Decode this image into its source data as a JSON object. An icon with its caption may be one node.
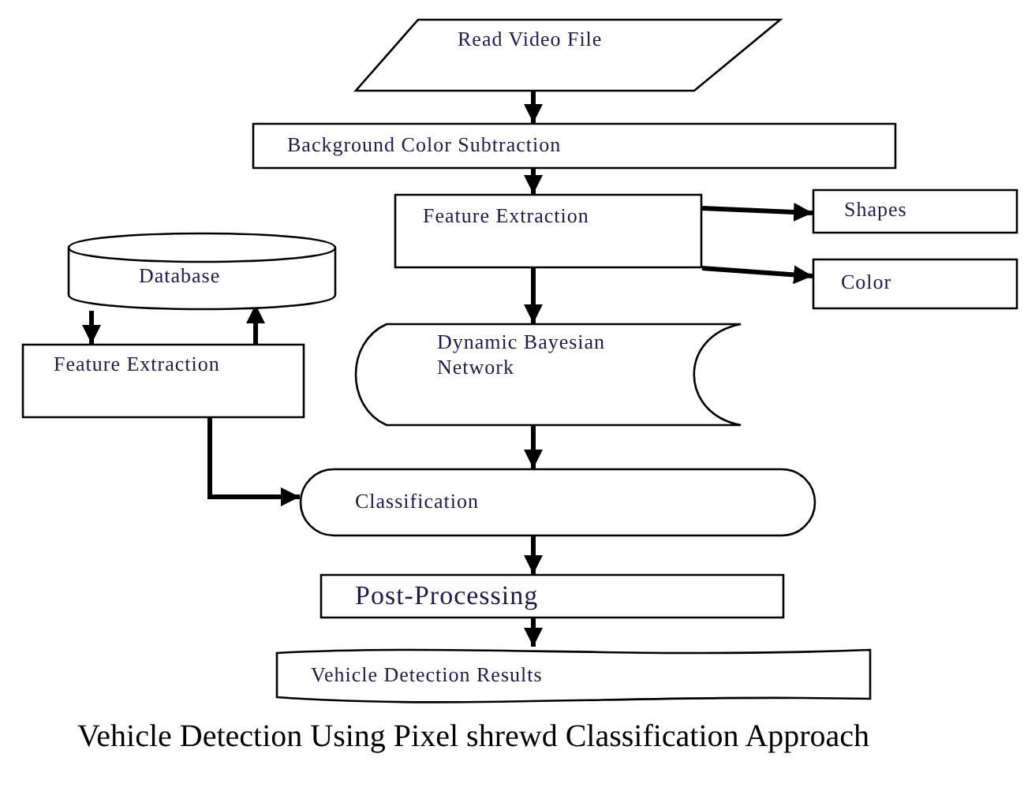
{
  "diagram": {
    "caption": "Vehicle Detection Using Pixel shrewd Classification Approach",
    "nodes": [
      {
        "text": [
          "Read Video File"
        ]
      },
      {
        "text": [
          "Background Color Subtraction"
        ]
      },
      {
        "text": [
          "Feature Extraction"
        ]
      },
      {
        "text": [
          "Shapes"
        ]
      },
      {
        "text": [
          "Color"
        ]
      },
      {
        "text": [
          "Database"
        ]
      },
      {
        "text": [
          "Feature Extraction"
        ]
      },
      {
        "text": [
          "Dynamic Bayesian Network"
        ]
      },
      {
        "text": [
          "Classification"
        ]
      },
      {
        "text": [
          "Post-Processing"
        ]
      },
      {
        "text": [
          "Vehicle Detection Results"
        ]
      }
    ],
    "edges": [
      {
        "from": 0,
        "to": 1,
        "arrow": "to"
      },
      {
        "from": 1,
        "to": 2,
        "arrow": "to"
      },
      {
        "from": 2,
        "to": 3,
        "arrow": "to"
      },
      {
        "from": 2,
        "to": 4,
        "arrow": "to"
      },
      {
        "from": 2,
        "to": 7,
        "arrow": "to"
      },
      {
        "from": 5,
        "to": 6,
        "arrow": "to"
      },
      {
        "from": 6,
        "to": 5,
        "arrow": "to"
      },
      {
        "from": 6,
        "to": 8,
        "arrow": "to"
      },
      {
        "from": 7,
        "to": 8,
        "arrow": "to"
      },
      {
        "from": 8,
        "to": 9,
        "arrow": "to"
      },
      {
        "from": 9,
        "to": 10,
        "arrow": "to"
      }
    ]
  }
}
